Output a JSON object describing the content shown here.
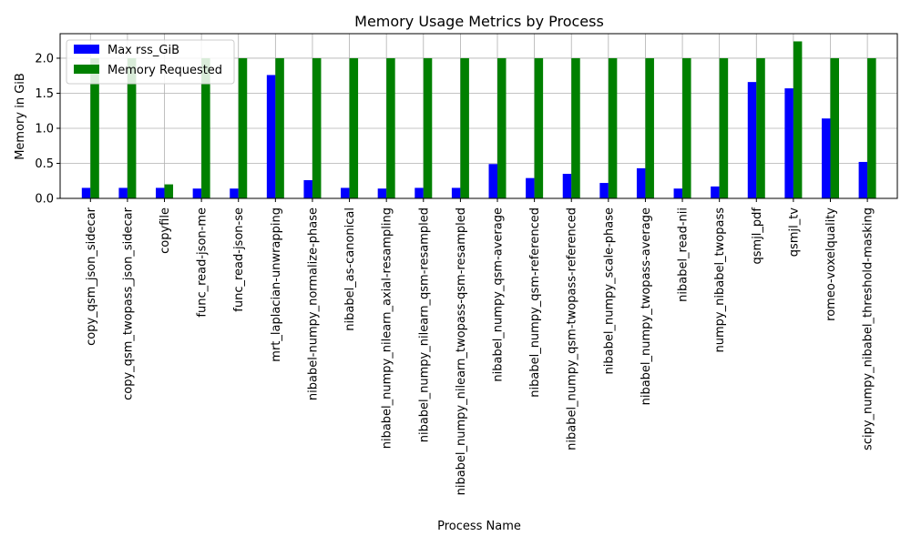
{
  "chart_data": {
    "type": "bar",
    "title": "Memory Usage Metrics by Process",
    "xlabel": "Process Name",
    "ylabel": "Memory in GiB",
    "ylim": [
      0,
      2.35
    ],
    "yticks": [
      "0.0",
      "0.5",
      "1.0",
      "1.5",
      "2.0"
    ],
    "grid": true,
    "legend_position": "top-left",
    "categories": [
      "copy_qsm_json_sidecar",
      "copy_qsm_twopass_json_sidecar",
      "copyfile",
      "func_read-json-me",
      "func_read-json-se",
      "mrt_laplacian-unwrapping",
      "nibabel-numpy_normalize-phase",
      "nibabel_as-canonical",
      "nibabel_numpy_nilearn_axial-resampling",
      "nibabel_numpy_nilearn_qsm-resampled",
      "nibabel_numpy_nilearn_twopass-qsm-resampled",
      "nibabel_numpy_qsm-average",
      "nibabel_numpy_qsm-referenced",
      "nibabel_numpy_qsm-twopass-referenced",
      "nibabel_numpy_scale-phase",
      "nibabel_numpy_twopass-average",
      "nibabel_read-nii",
      "numpy_nibabel_twopass",
      "qsmjl_pdf",
      "qsmjl_tv",
      "romeo-voxelquality",
      "scipy_numpy_nibabel_threshold-masking"
    ],
    "series": [
      {
        "name": "Max rss_GiB",
        "color": "#0000ff",
        "values": [
          0.15,
          0.15,
          0.15,
          0.14,
          0.14,
          1.76,
          0.26,
          0.15,
          0.14,
          0.15,
          0.15,
          0.49,
          0.29,
          0.35,
          0.22,
          0.43,
          0.14,
          0.17,
          1.66,
          1.57,
          1.14,
          0.52
        ]
      },
      {
        "name": "Memory Requested",
        "color": "#008000",
        "values": [
          2.0,
          2.0,
          0.2,
          2.0,
          2.0,
          2.0,
          2.0,
          2.0,
          2.0,
          2.0,
          2.0,
          2.0,
          2.0,
          2.0,
          2.0,
          2.0,
          2.0,
          2.0,
          2.0,
          2.24,
          2.0,
          2.0
        ]
      }
    ]
  }
}
